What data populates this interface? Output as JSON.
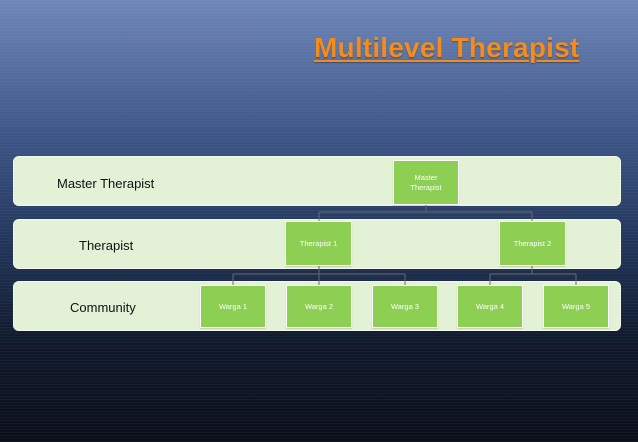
{
  "slide": {
    "title": "Multilevel Therapist"
  },
  "levels": [
    {
      "label": "Master Therapist"
    },
    {
      "label": "Therapist"
    },
    {
      "label": "Community"
    }
  ],
  "nodes": {
    "master": "Master Therapist",
    "therapist_1": "Therapist 1",
    "therapist_2": "Therapist 2",
    "warga_1": "Warga 1",
    "warga_2": "Warga 2",
    "warga_3": "Warga 3",
    "warga_4": "Warga 4",
    "warga_5": "Warga 5"
  },
  "colors": {
    "title": "#f28c1f",
    "band": "#e3f1d6",
    "node": "#8ccf52",
    "node_text": "#ffffff",
    "connector": "#6a6a6a"
  }
}
